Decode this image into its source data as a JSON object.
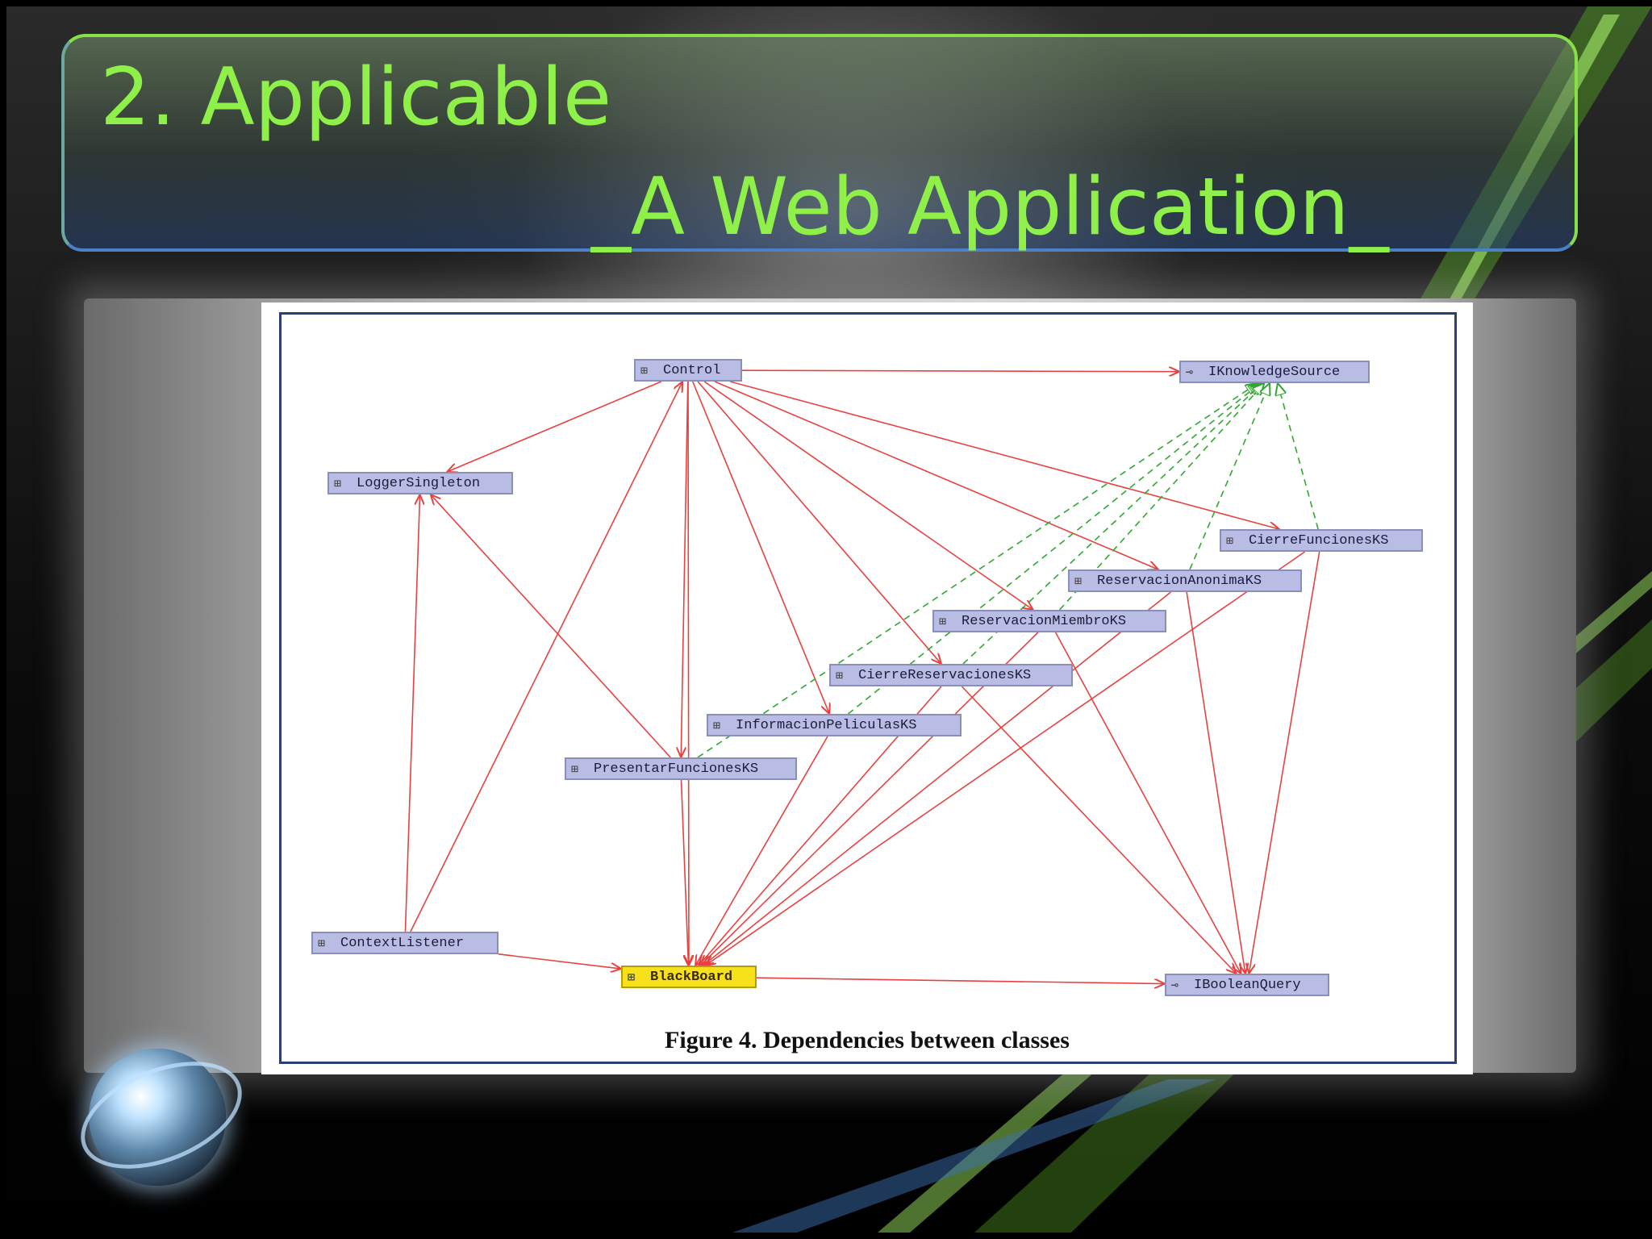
{
  "slide": {
    "title_line1": "2. Applicable",
    "title_line2": "_A Web Application_"
  },
  "figure": {
    "caption": "Figure 4. Dependencies between classes",
    "nodes": [
      {
        "id": "control",
        "label": "Control",
        "kind": "class"
      },
      {
        "id": "iknowledge",
        "label": "IKnowledgeSource",
        "kind": "interface"
      },
      {
        "id": "logger",
        "label": "LoggerSingleton",
        "kind": "class"
      },
      {
        "id": "cierrefun",
        "label": "CierreFuncionesKS",
        "kind": "class"
      },
      {
        "id": "resanon",
        "label": "ReservacionAnonimaKS",
        "kind": "class"
      },
      {
        "id": "resmiem",
        "label": "ReservacionMiembroKS",
        "kind": "class"
      },
      {
        "id": "cierreres",
        "label": "CierreReservacionesKS",
        "kind": "class"
      },
      {
        "id": "infopel",
        "label": "InformacionPeliculasKS",
        "kind": "class"
      },
      {
        "id": "presfun",
        "label": "PresentarFuncionesKS",
        "kind": "class"
      },
      {
        "id": "context",
        "label": "ContextListener",
        "kind": "class"
      },
      {
        "id": "blackboard",
        "label": "BlackBoard",
        "kind": "class",
        "highlight": true
      },
      {
        "id": "iboolean",
        "label": "IBooleanQuery",
        "kind": "interface"
      }
    ],
    "dependencies": [
      [
        "control",
        "iknowledge"
      ],
      [
        "control",
        "logger"
      ],
      [
        "control",
        "blackboard"
      ],
      [
        "control",
        "infopel"
      ],
      [
        "control",
        "cierreres"
      ],
      [
        "control",
        "resmiem"
      ],
      [
        "control",
        "resanon"
      ],
      [
        "control",
        "cierrefun"
      ],
      [
        "control",
        "presfun"
      ],
      [
        "context",
        "logger"
      ],
      [
        "context",
        "control"
      ],
      [
        "context",
        "blackboard"
      ],
      [
        "presfun",
        "logger"
      ],
      [
        "presfun",
        "blackboard"
      ],
      [
        "infopel",
        "blackboard"
      ],
      [
        "cierreres",
        "blackboard"
      ],
      [
        "resmiem",
        "blackboard"
      ],
      [
        "resanon",
        "blackboard"
      ],
      [
        "cierrefun",
        "blackboard"
      ],
      [
        "blackboard",
        "iboolean"
      ],
      [
        "cierreres",
        "iboolean"
      ],
      [
        "resmiem",
        "iboolean"
      ],
      [
        "resanon",
        "iboolean"
      ],
      [
        "cierrefun",
        "iboolean"
      ]
    ],
    "realizations": [
      [
        "presfun",
        "iknowledge"
      ],
      [
        "infopel",
        "iknowledge"
      ],
      [
        "cierreres",
        "iknowledge"
      ],
      [
        "resmiem",
        "iknowledge"
      ],
      [
        "resanon",
        "iknowledge"
      ],
      [
        "cierrefun",
        "iknowledge"
      ]
    ],
    "colors": {
      "dependency": "#e8413f",
      "realization": "#2fa82f",
      "node_fill": "#b9bde6",
      "highlight_fill": "#f6e11a"
    },
    "icons": {
      "class": "class-icon",
      "interface": "interface-icon"
    }
  }
}
